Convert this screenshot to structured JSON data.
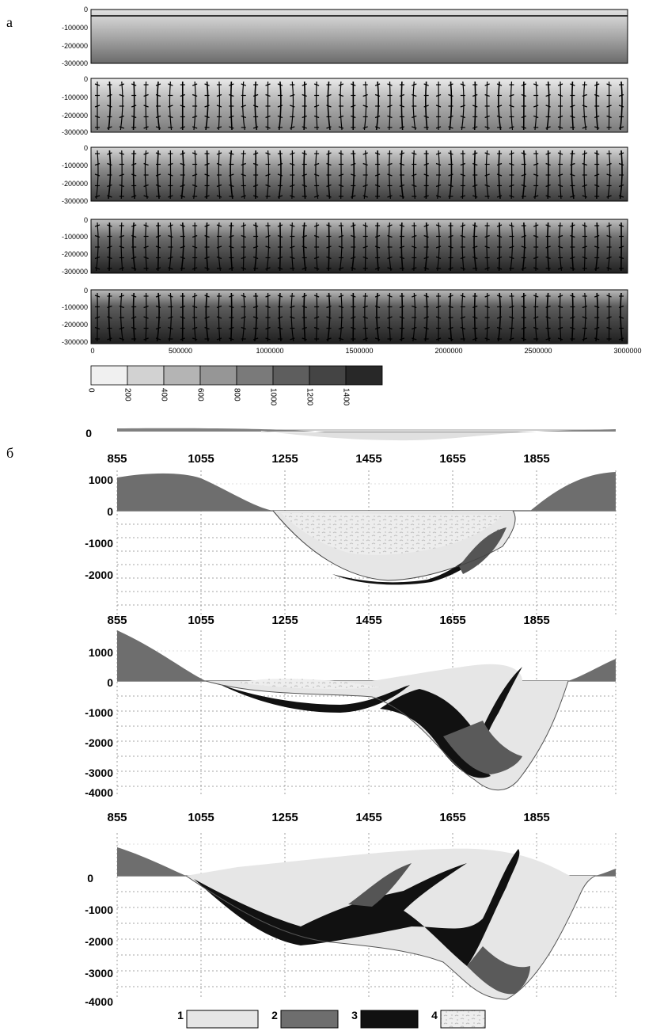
{
  "figure": {
    "panel_a_label": "а",
    "panel_b_label": "б"
  },
  "panel_a": {
    "y_ticks": [
      "0",
      "-100000",
      "-200000",
      "-300000"
    ],
    "x_ticks": [
      "0",
      "500000",
      "1000000",
      "1500000",
      "2000000",
      "2500000",
      "3000000"
    ],
    "colorbar_ticks": [
      "0",
      "200",
      "400",
      "600",
      "800",
      "1000",
      "1200",
      "1400"
    ],
    "colorbar_colors": [
      "#f0f0f0",
      "#d2d2d2",
      "#b4b4b4",
      "#969696",
      "#7a7a7a",
      "#5e5e5e",
      "#444444",
      "#282828"
    ]
  },
  "panel_b": {
    "row_x_ticks": [
      "855",
      "1055",
      "1255",
      "1455",
      "1655",
      "1855"
    ],
    "profiles": [
      {
        "y_ticks": [
          "0"
        ]
      },
      {
        "y_ticks": [
          "1000",
          "0",
          "-1000",
          "-2000"
        ]
      },
      {
        "y_ticks": [
          "1000",
          "0",
          "-1000",
          "-2000",
          "-3000",
          "-4000"
        ]
      },
      {
        "y_ticks": [
          "0",
          "-1000",
          "-2000",
          "-3000",
          "-4000"
        ]
      }
    ],
    "legend": [
      {
        "label": "1",
        "color": "#e6e6e6"
      },
      {
        "label": "2",
        "color": "#6e6e6e"
      },
      {
        "label": "3",
        "color": "#111111"
      },
      {
        "label": "4",
        "color": "#eeeeee"
      }
    ]
  }
}
